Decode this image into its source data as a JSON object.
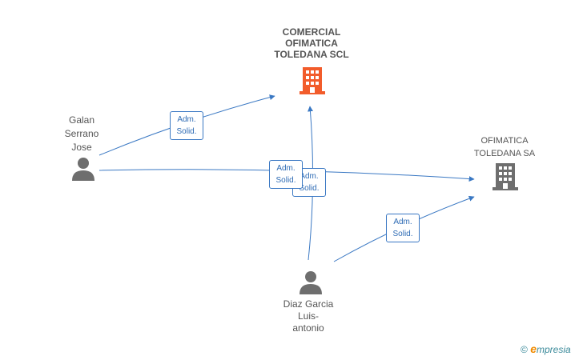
{
  "nodes": {
    "comercial": {
      "name_lines": [
        "COMERCIAL",
        "OFIMATICA",
        "TOLEDANA SCL"
      ],
      "color": "#f25c2b"
    },
    "ofimatica": {
      "name_lines": [
        "OFIMATICA",
        "TOLEDANA SA"
      ],
      "color": "#6e6e6e"
    },
    "galan": {
      "name_lines": [
        "Galan",
        "Serrano",
        "Jose"
      ],
      "color": "#6e6e6e"
    },
    "diaz": {
      "name_lines": [
        "Diaz Garcia",
        "Luis-",
        "antonio"
      ],
      "color": "#6e6e6e"
    }
  },
  "edges": [
    {
      "from": "galan",
      "to": "comercial",
      "label": [
        "Adm.",
        "Solid."
      ]
    },
    {
      "from": "galan",
      "to": "ofimatica",
      "label": [
        "Adm.",
        "Solid."
      ]
    },
    {
      "from": "diaz",
      "to": "comercial",
      "label": [
        "Adm.",
        "Solid."
      ]
    },
    {
      "from": "diaz",
      "to": "ofimatica",
      "label": [
        "Adm.",
        "Solid."
      ]
    }
  ],
  "edge_color": "#3a78c3",
  "footer": {
    "copyright_symbol": "©",
    "brand_initial": "e",
    "brand_rest": "mpresia"
  }
}
